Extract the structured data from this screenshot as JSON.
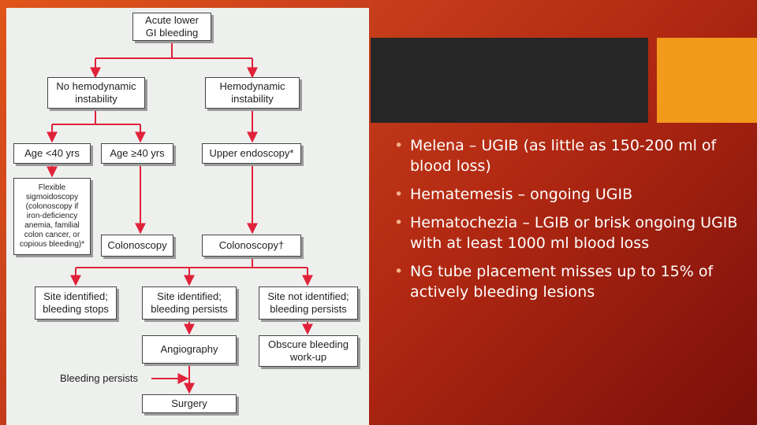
{
  "flowchart": {
    "nodes": {
      "root": "Acute lower\nGI bleeding",
      "no_instability": "No hemodynamic\ninstability",
      "instability": "Hemodynamic\ninstability",
      "age_under": "Age <40 yrs",
      "age_over": "Age ≥40 yrs",
      "upper_endoscopy": "Upper endoscopy*",
      "flex_sig": "Flexible\nsigmoidoscopy\n(colonoscopy if\niron-deficiency\nanemia, familial\ncolon cancer, or\ncopious bleeding)*",
      "colonoscopy_a": "Colonoscopy",
      "colonoscopy_b": "Colonoscopy†",
      "site_stops": "Site identified;\nbleeding stops",
      "site_persists": "Site identified;\nbleeding persists",
      "site_not": "Site not identified;\nbleeding persists",
      "angiography": "Angiography",
      "obscure": "Obscure bleeding\nwork-up",
      "surgery": "Surgery"
    },
    "bleeding_persists_label": "Bleeding persists",
    "line_color": "#e0223a"
  },
  "bullets": [
    "Melena – UGIB (as little as 150-200 ml of blood loss)",
    "Hematemesis – ongoing UGIB",
    "Hematochezia – LGIB or brisk ongoing UGIB with at least 1000 ml blood loss",
    "NG tube placement misses up to 15% of actively bleeding lesions"
  ],
  "colors": {
    "dark_bar": "#262626",
    "accent_bar": "#f29a1c",
    "bullet_dot": "#f5b08a"
  }
}
